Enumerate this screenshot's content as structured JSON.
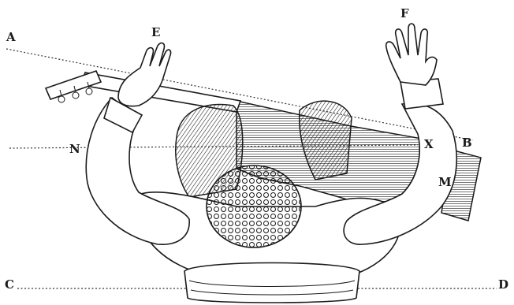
{
  "figure": {
    "labels": {
      "A": "A",
      "B": "B",
      "C": "C",
      "D": "D",
      "E": "E",
      "F": "F",
      "M": "M",
      "N": "N",
      "X": "X"
    }
  }
}
